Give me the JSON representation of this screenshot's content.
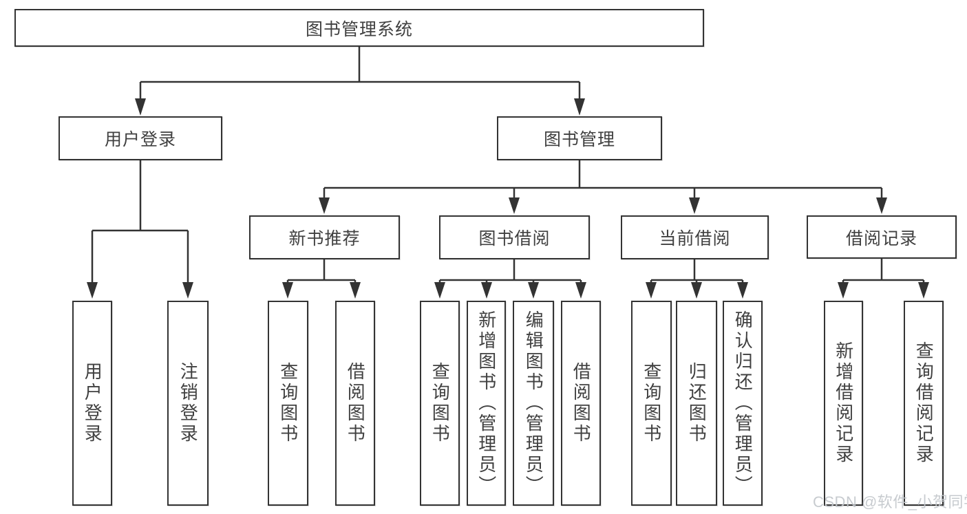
{
  "nodes": {
    "root": "图书管理系统",
    "user_login": "用户登录",
    "book_mgmt": "图书管理",
    "new_book": "新书推荐",
    "book_borrow": "图书借阅",
    "current_borrow": "当前借阅",
    "borrow_record": "借阅记录",
    "leaves": {
      "user_login_1": "用户登录",
      "user_login_2": "注销登录",
      "new_book_1": "查询图书",
      "new_book_2": "借阅图书",
      "book_borrow_1": "查询图书",
      "book_borrow_2": "新增图书（管理员）",
      "book_borrow_3": "编辑图书（管理员）",
      "book_borrow_4": "借阅图书",
      "current_borrow_1": "查询图书",
      "current_borrow_2": "归还图书",
      "current_borrow_3": "确认归还（管理员）",
      "borrow_record_1": "新增借阅记录",
      "borrow_record_2": "查询借阅记录"
    }
  },
  "watermark": "CSDN @软件_小贺同学",
  "colors": {
    "line": "#333333",
    "text": "#404040",
    "box_background": "#ffffff",
    "watermark": "#c3c7cc",
    "page_background": "#ffffff"
  }
}
